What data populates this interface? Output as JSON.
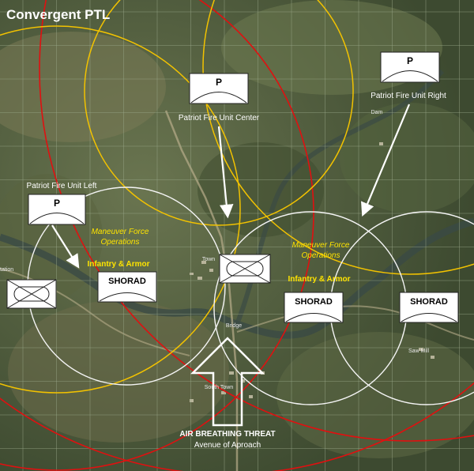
{
  "title": "Convergent PTL",
  "patriot_units": {
    "left": {
      "symbol": "P",
      "label": "Patriot Fire Unit Left"
    },
    "center": {
      "symbol": "P",
      "label": "Patriot Fire Unit Center"
    },
    "right": {
      "symbol": "P",
      "label": "Patriot Fire Unit Right"
    }
  },
  "shorad_units": [
    {
      "symbol": "SHORAD"
    },
    {
      "symbol": "SHORAD"
    },
    {
      "symbol": "SHORAD"
    }
  ],
  "maneuver_labels": [
    {
      "line1": "Maneuver Force",
      "line2": "Operations",
      "line3": "Infantry & Armor"
    },
    {
      "line1": "Maneuver Force",
      "line2": "Operations",
      "line3": "Infantry & Armor"
    }
  ],
  "threat": {
    "line1": "AIR BREATHING THREAT",
    "line2": "Avenue of Aproach"
  },
  "places": {
    "town": "Town",
    "bridge": "Bridge",
    "south_town": "South Town",
    "saw_mill": "Saw Mill",
    "dam": "Dam",
    "station": "tation"
  },
  "colors": {
    "patriot_ring": "#f2c200",
    "engagement_ring": "#e01010",
    "shorad_ring": "#f4f4f4",
    "grid": "#9aa88a",
    "terrain": "#4a5a3a"
  }
}
